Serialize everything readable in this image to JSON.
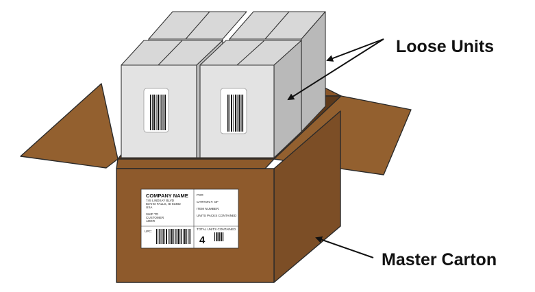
{
  "callouts": {
    "loose_units": "Loose Units",
    "master_carton": "Master Carton"
  },
  "shipping_label": {
    "company_name": "COMPANY NAME",
    "address_line1": "745 LINDSAY BLVD",
    "address_line2": "IDAHO FALLS, ID 83402",
    "country": "USA",
    "ship_to_1": "SHIP TO",
    "ship_to_2": "CUSTOMER",
    "ship_to_3": "ADDR",
    "po_label": "PO#:",
    "carton_label": "CARTON #:       OF",
    "item_label": "ITEM NUMBER:",
    "units_label": "UNITS PACKS CONTAINED",
    "upc_label": "UPC:",
    "total_label": "TOTAL UNITS CONTAINED",
    "total_units": "4"
  },
  "colors": {
    "carton_front": "#8e5a2c",
    "carton_side": "#7c4e26",
    "carton_flap": "#93602f",
    "carton_interior": "#5e3a1b",
    "unit_front": "#e3e3e3",
    "unit_top": "#d8d8d8",
    "unit_side": "#b9b9b9"
  }
}
